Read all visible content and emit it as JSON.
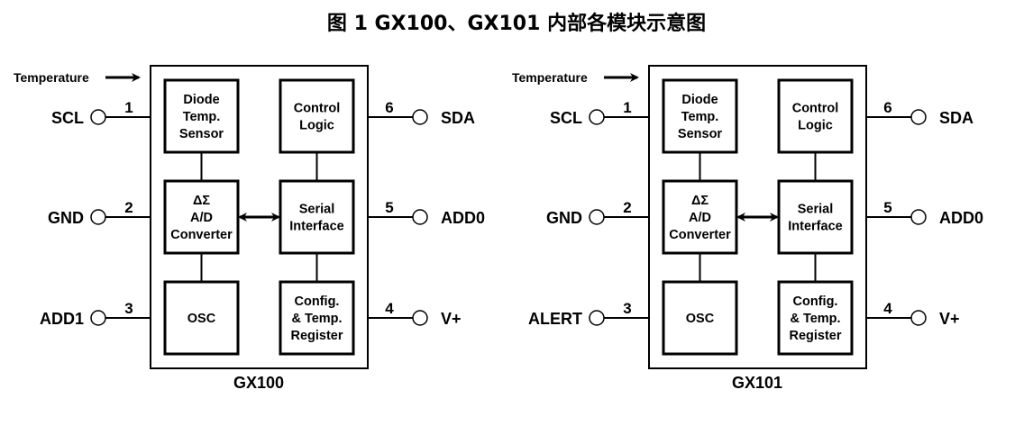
{
  "figure_title": "图 1 GX100、GX101 内部各模块示意图",
  "colors": {
    "line": "#000000",
    "background": "#ffffff"
  },
  "diagrams": [
    {
      "chip_name": "GX100",
      "input_label": "Temperature",
      "blocks": {
        "sensor": [
          "Diode",
          "Temp.",
          "Sensor"
        ],
        "control": [
          "Control",
          "Logic"
        ],
        "adc": [
          "ΔΣ",
          "A/D",
          "Converter"
        ],
        "serial": [
          "Serial",
          "Interface"
        ],
        "osc": [
          "OSC"
        ],
        "register": [
          "Config.",
          "& Temp.",
          "Register"
        ]
      },
      "pins_left": [
        {
          "number": "1",
          "name": "SCL"
        },
        {
          "number": "2",
          "name": "GND"
        },
        {
          "number": "3",
          "name": "ADD1"
        }
      ],
      "pins_right": [
        {
          "number": "6",
          "name": "SDA"
        },
        {
          "number": "5",
          "name": "ADD0"
        },
        {
          "number": "4",
          "name": "V+"
        }
      ]
    },
    {
      "chip_name": "GX101",
      "input_label": "Temperature",
      "blocks": {
        "sensor": [
          "Diode",
          "Temp.",
          "Sensor"
        ],
        "control": [
          "Control",
          "Logic"
        ],
        "adc": [
          "ΔΣ",
          "A/D",
          "Converter"
        ],
        "serial": [
          "Serial",
          "Interface"
        ],
        "osc": [
          "OSC"
        ],
        "register": [
          "Config.",
          "& Temp.",
          "Register"
        ]
      },
      "pins_left": [
        {
          "number": "1",
          "name": "SCL"
        },
        {
          "number": "2",
          "name": "GND"
        },
        {
          "number": "3",
          "name": "ALERT"
        }
      ],
      "pins_right": [
        {
          "number": "6",
          "name": "SDA"
        },
        {
          "number": "5",
          "name": "ADD0"
        },
        {
          "number": "4",
          "name": "V+"
        }
      ]
    }
  ]
}
